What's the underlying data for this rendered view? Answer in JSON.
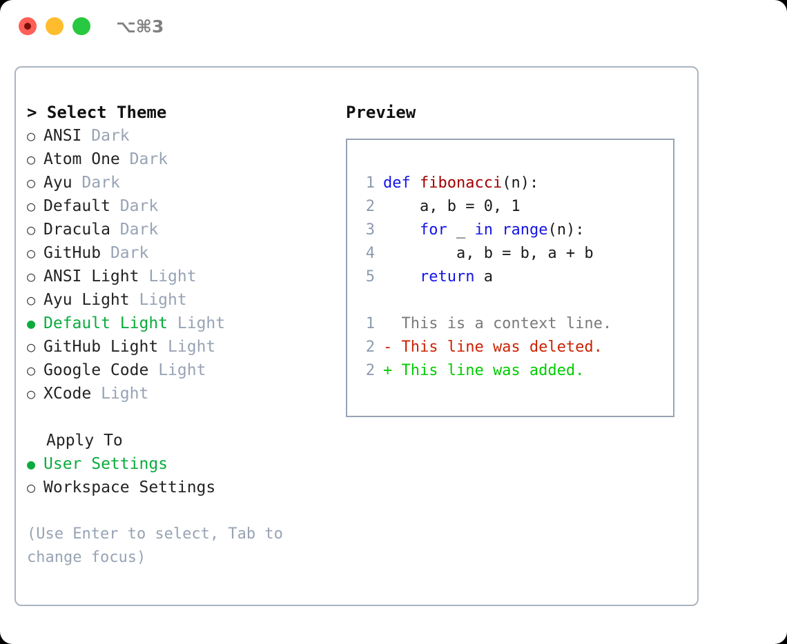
{
  "window": {
    "shortcut": "⌥⌘3",
    "traffic_lights": [
      "close-red",
      "minimize-yellow",
      "maximize-green"
    ]
  },
  "theme_selector": {
    "heading": "> Select Theme",
    "options": [
      {
        "marker": "○",
        "name": "ANSI",
        "category": "Dark",
        "selected": false
      },
      {
        "marker": "○",
        "name": "Atom One",
        "category": "Dark",
        "selected": false
      },
      {
        "marker": "○",
        "name": "Ayu",
        "category": "Dark",
        "selected": false
      },
      {
        "marker": "○",
        "name": "Default",
        "category": "Dark",
        "selected": false
      },
      {
        "marker": "○",
        "name": "Dracula",
        "category": "Dark",
        "selected": false
      },
      {
        "marker": "○",
        "name": "GitHub",
        "category": "Dark",
        "selected": false
      },
      {
        "marker": "○",
        "name": "ANSI Light",
        "category": "Light",
        "selected": false
      },
      {
        "marker": "○",
        "name": "Ayu Light",
        "category": "Light",
        "selected": false
      },
      {
        "marker": "●",
        "name": "Default Light",
        "category": "Light",
        "selected": true
      },
      {
        "marker": "○",
        "name": "GitHub Light",
        "category": "Light",
        "selected": false
      },
      {
        "marker": "○",
        "name": "Google Code",
        "category": "Light",
        "selected": false
      },
      {
        "marker": "○",
        "name": "XCode",
        "category": "Light",
        "selected": false
      }
    ]
  },
  "apply_to": {
    "heading": "Apply To",
    "options": [
      {
        "marker": "●",
        "name": "User Settings",
        "selected": true
      },
      {
        "marker": "○",
        "name": "Workspace Settings",
        "selected": false
      }
    ]
  },
  "hint": "(Use Enter to select, Tab to change focus)",
  "preview": {
    "heading": "Preview",
    "code_lines": [
      {
        "no": "1",
        "tokens": [
          {
            "t": "def",
            "c": "kw"
          },
          {
            "t": " ",
            "c": "code-text"
          },
          {
            "t": "fibonacci",
            "c": "fn"
          },
          {
            "t": "(n):",
            "c": "code-text"
          }
        ]
      },
      {
        "no": "2",
        "tokens": [
          {
            "t": "    a, b = 0, 1",
            "c": "code-text"
          }
        ]
      },
      {
        "no": "3",
        "tokens": [
          {
            "t": "    ",
            "c": "code-text"
          },
          {
            "t": "for",
            "c": "kw"
          },
          {
            "t": " _ ",
            "c": "code-text"
          },
          {
            "t": "in",
            "c": "kw"
          },
          {
            "t": " ",
            "c": "code-text"
          },
          {
            "t": "range",
            "c": "kw"
          },
          {
            "t": "(n):",
            "c": "code-text"
          }
        ]
      },
      {
        "no": "4",
        "tokens": [
          {
            "t": "        a, b = b, a + b",
            "c": "code-text"
          }
        ]
      },
      {
        "no": "5",
        "tokens": [
          {
            "t": "    ",
            "c": "code-text"
          },
          {
            "t": "return",
            "c": "kw"
          },
          {
            "t": " a",
            "c": "code-text"
          }
        ]
      }
    ],
    "diff_lines": [
      {
        "no": "1",
        "text": "  This is a context line.",
        "kind": "diff-ctx"
      },
      {
        "no": "2",
        "text": "- This line was deleted.",
        "kind": "diff-del"
      },
      {
        "no": "2",
        "text": "+ This line was added.",
        "kind": "diff-add"
      }
    ]
  },
  "colors": {
    "accent_green": "#0cab3e",
    "added_green": "#00cc00",
    "deleted_red": "#cc2200",
    "keyword_blue": "#1414e6",
    "function_red": "#a30000",
    "muted": "#97a3b4",
    "border": "#aab4c0",
    "preview_border": "#97a3b4"
  }
}
